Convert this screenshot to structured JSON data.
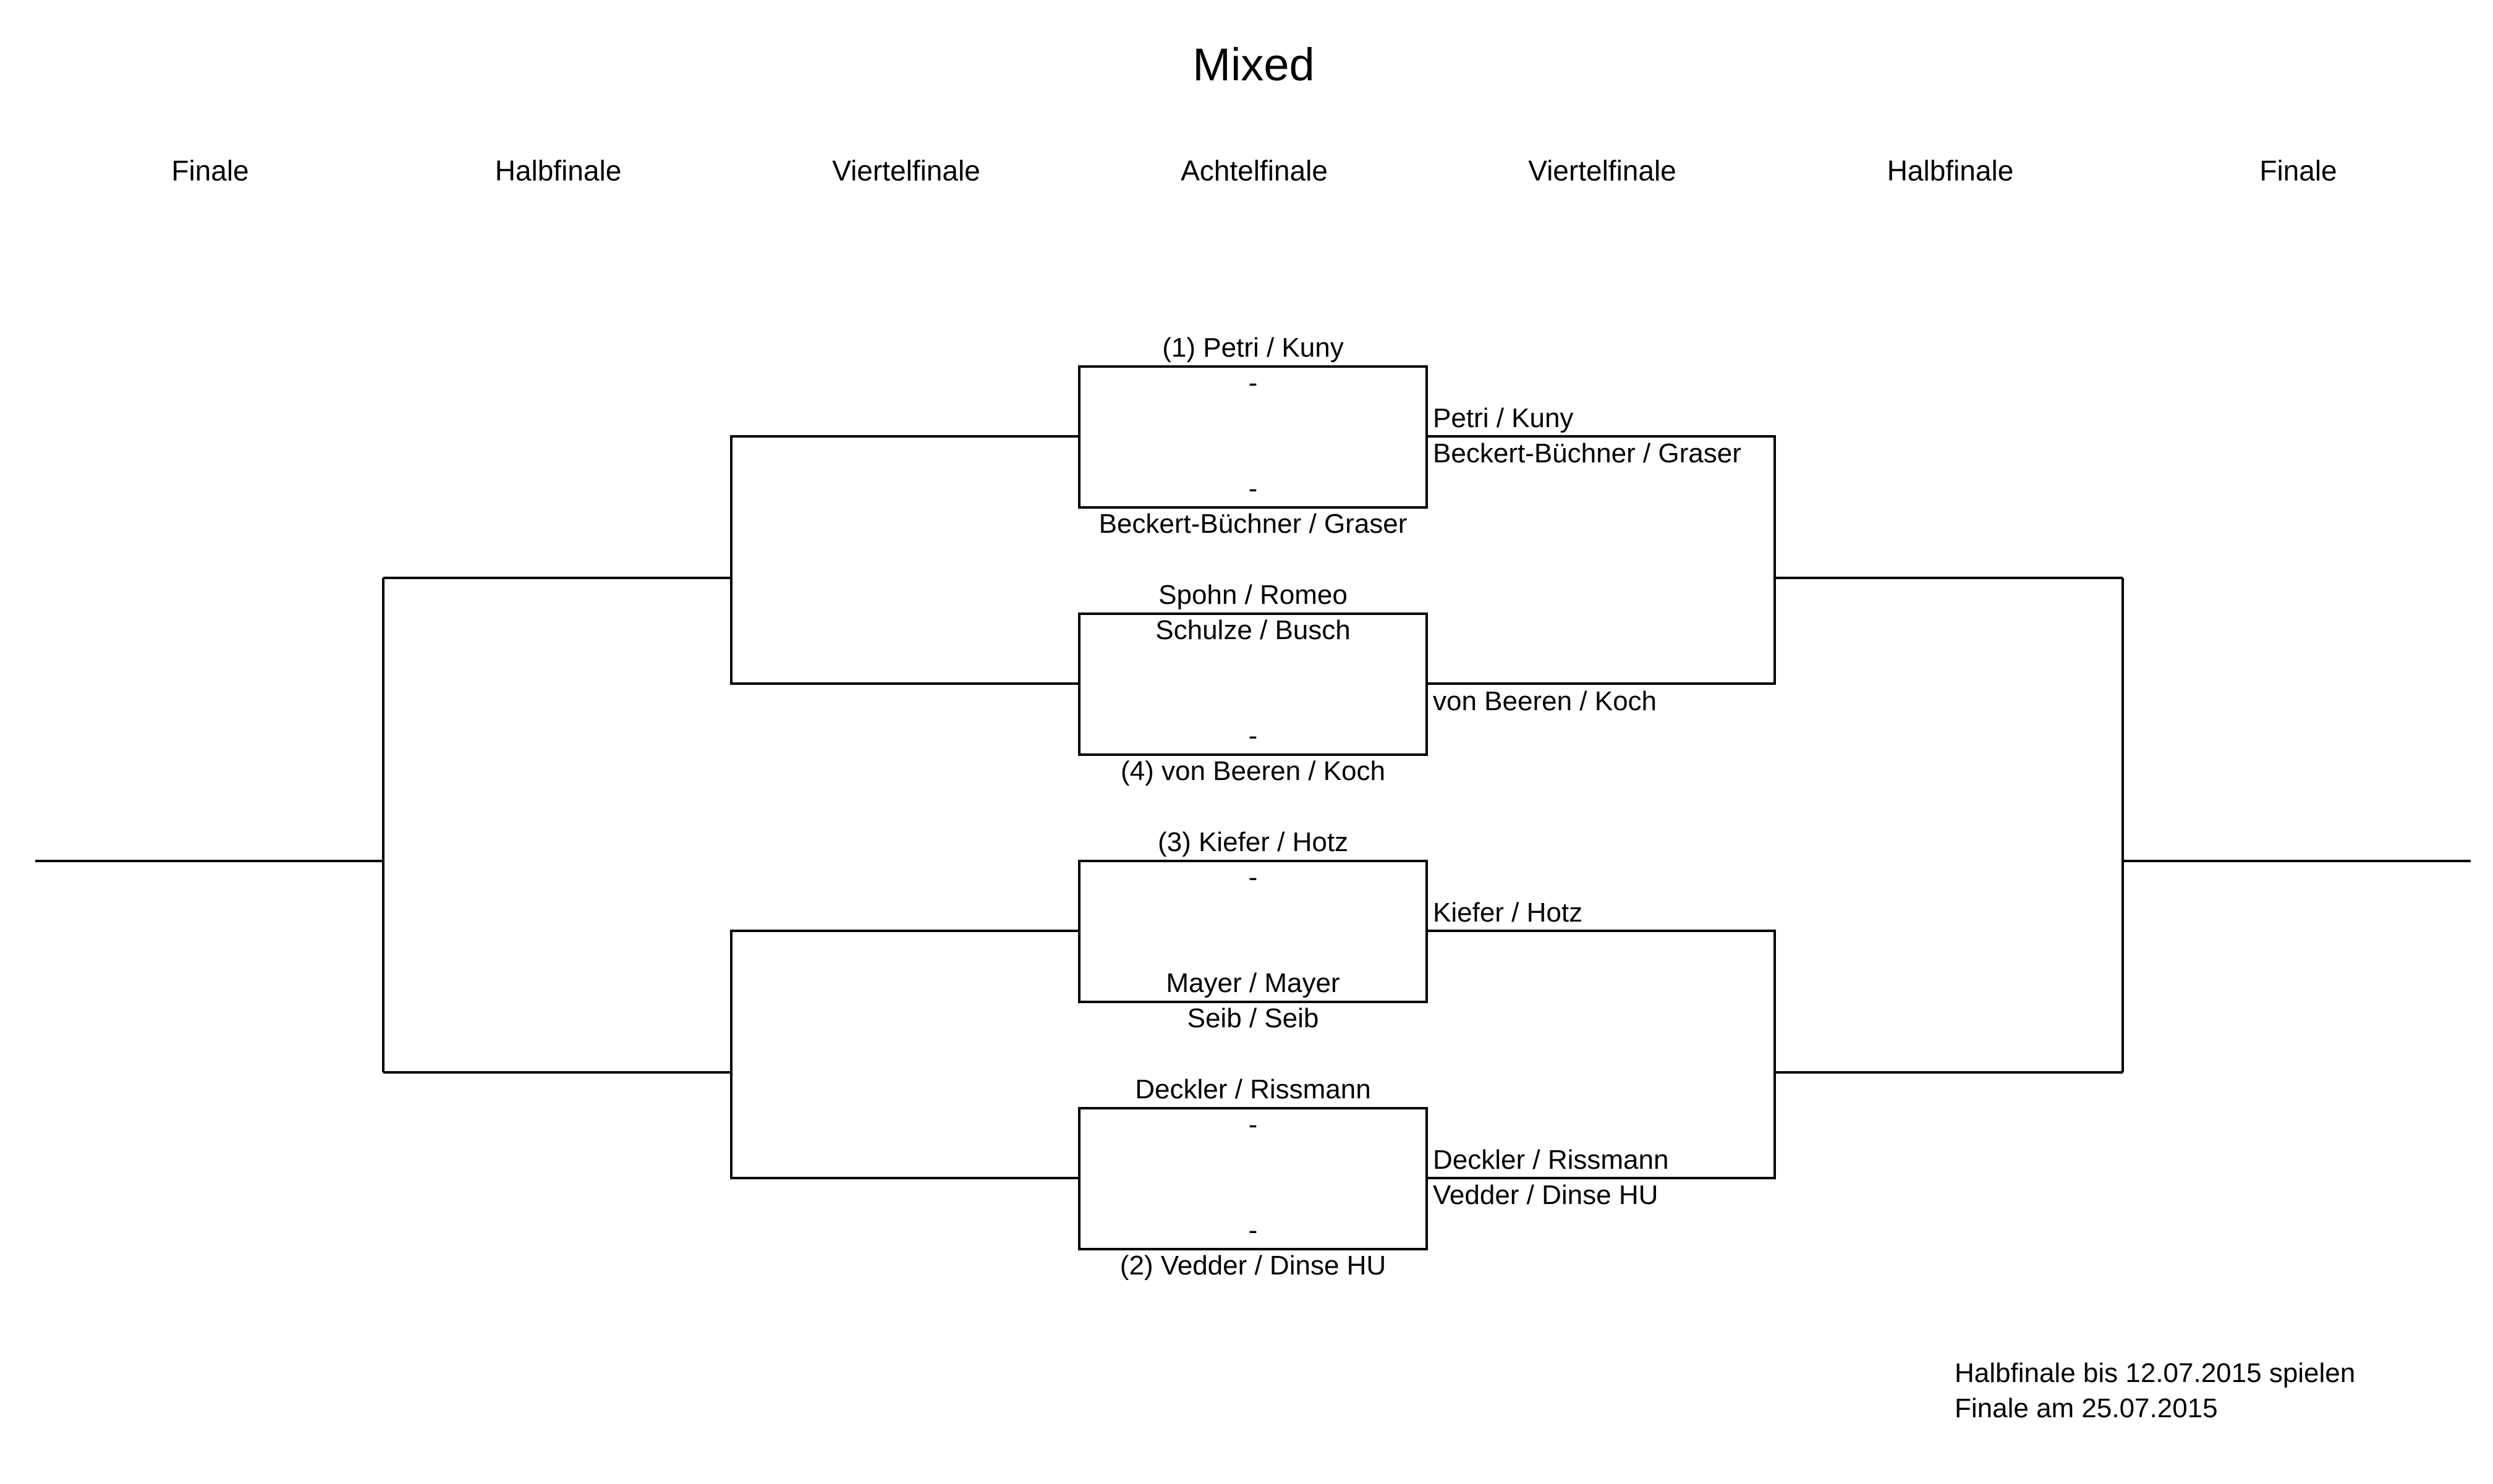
{
  "title": "Mixed",
  "rounds": [
    "Finale",
    "Halbfinale",
    "Viertelfinale",
    "Achtelfinale",
    "Viertelfinale",
    "Halbfinale",
    "Finale"
  ],
  "achtelfinale": [
    {
      "top": "(1) Petri / Kuny",
      "top_score": "-",
      "bottom_score": "-",
      "bottom": "Beckert-Büchner / Graser"
    },
    {
      "top": "Spohn / Romeo",
      "top_score": "Schulze / Busch",
      "bottom_score": "-",
      "bottom": "(4) von Beeren / Koch"
    },
    {
      "top": "(3) Kiefer / Hotz",
      "top_score": "-",
      "bottom_score": "Mayer / Mayer",
      "bottom": "Seib / Seib"
    },
    {
      "top": "Deckler / Rissmann",
      "top_score": "-",
      "bottom_score": "-",
      "bottom": "(2) Vedder / Dinse HU"
    }
  ],
  "viertelfinale": [
    {
      "top": "Petri / Kuny",
      "top2": "Beckert-Büchner / Graser",
      "bottom": "von Beeren / Koch"
    },
    {
      "top": "Kiefer / Hotz",
      "top2": "Deckler / Rissmann",
      "bottom": "Vedder / Dinse HU"
    }
  ],
  "notes": [
    "Halbfinale bis 12.07.2015 spielen",
    "Finale am 25.07.2015"
  ]
}
